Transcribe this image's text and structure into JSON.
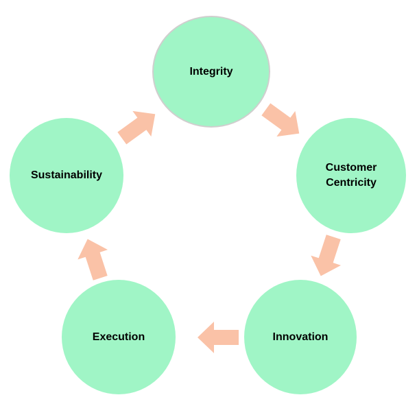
{
  "diagram": {
    "type": "cycle",
    "direction": "clockwise",
    "nodes": [
      {
        "id": "integrity",
        "label": "Integrity",
        "position": "top",
        "shape": "circle"
      },
      {
        "id": "customer-centricity",
        "label": "Customer Centricity",
        "position": "right",
        "shape": "circle"
      },
      {
        "id": "innovation",
        "label": "Innovation",
        "position": "bottom-right",
        "shape": "circle"
      },
      {
        "id": "execution",
        "label": "Execution",
        "position": "bottom-left",
        "shape": "circle"
      },
      {
        "id": "sustainability",
        "label": "Sustainability",
        "position": "left",
        "shape": "circle"
      }
    ],
    "arrows": [
      {
        "from": "Integrity",
        "to": "Customer Centricity",
        "direction": "down-right"
      },
      {
        "from": "Customer Centricity",
        "to": "Innovation",
        "direction": "down-left"
      },
      {
        "from": "Innovation",
        "to": "Execution",
        "direction": "left"
      },
      {
        "from": "Execution",
        "to": "Sustainability",
        "direction": "up-left"
      },
      {
        "from": "Sustainability",
        "to": "Integrity",
        "direction": "up-right"
      }
    ],
    "colors": {
      "node_fill": "#A0F5C6",
      "top_node_border": "#D0CECE",
      "arrow_fill": "#FAC2A7",
      "text": "#000000",
      "background": "#FFFFFF"
    }
  }
}
